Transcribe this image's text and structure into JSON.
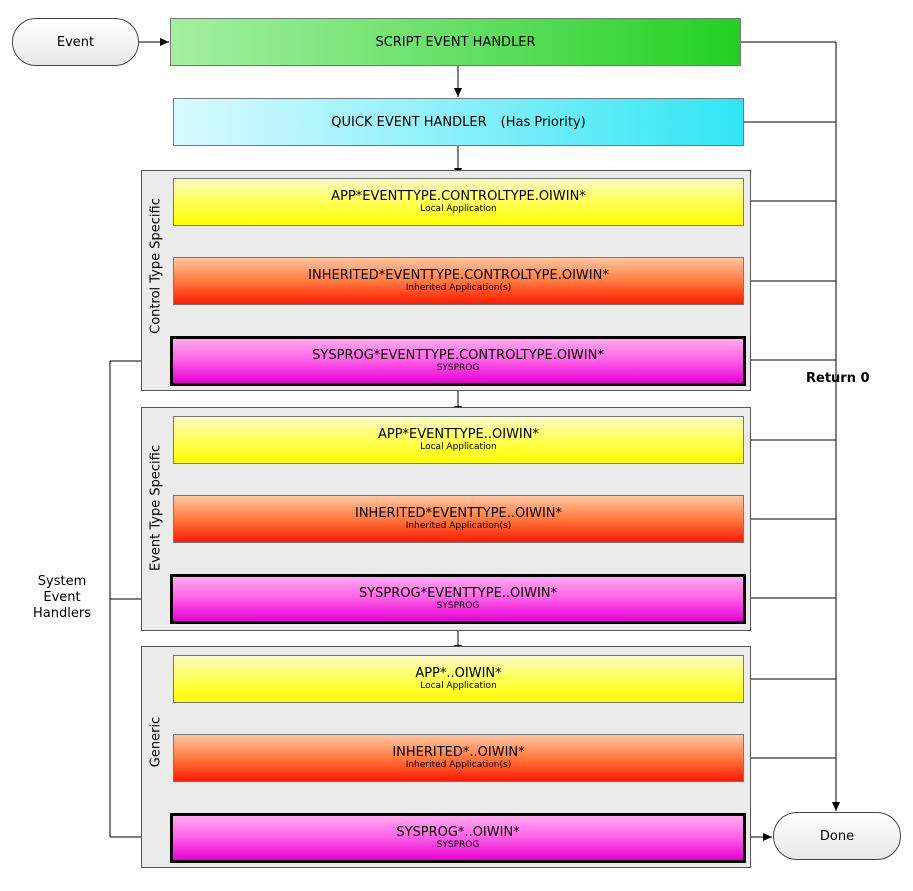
{
  "start": {
    "label": "Event"
  },
  "end": {
    "label": "Done"
  },
  "script_handler": {
    "label": "SCRIPT EVENT HANDLER"
  },
  "quick_handler": {
    "label": "QUICK EVENT HANDLER",
    "note": "(Has Priority)"
  },
  "groups": [
    {
      "label": "Control Type Specific",
      "handlers": [
        {
          "label": "APP*EVENTTYPE.CONTROLTYPE.OIWIN*",
          "sub": "Local Application",
          "kind": "app"
        },
        {
          "label": "INHERITED*EVENTTYPE.CONTROLTYPE.OIWIN*",
          "sub": "Inherited Application(s)",
          "kind": "inherited"
        },
        {
          "label": "SYSPROG*EVENTTYPE.CONTROLTYPE.OIWIN*",
          "sub": "SYSPROG",
          "kind": "sysprog"
        }
      ]
    },
    {
      "label": "Event Type Specific",
      "handlers": [
        {
          "label": "APP*EVENTTYPE..OIWIN*",
          "sub": "Local Application",
          "kind": "app"
        },
        {
          "label": "INHERITED*EVENTTYPE..OIWIN*",
          "sub": "Inherited Application(s)",
          "kind": "inherited"
        },
        {
          "label": "SYSPROG*EVENTTYPE..OIWIN*",
          "sub": "SYSPROG",
          "kind": "sysprog"
        }
      ]
    },
    {
      "label": "Generic",
      "handlers": [
        {
          "label": "APP*..OIWIN*",
          "sub": "Local Application",
          "kind": "app"
        },
        {
          "label": "INHERITED*..OIWIN*",
          "sub": "Inherited Application(s)",
          "kind": "inherited"
        },
        {
          "label": "SYSPROG*..OIWIN*",
          "sub": "SYSPROG",
          "kind": "sysprog"
        }
      ]
    }
  ],
  "return_label": "Return 0",
  "system_label": "System\nEvent\nHandlers",
  "colors": {
    "app": "#ffff00",
    "inherited": "#ff4a20",
    "sysprog": "#ff44ee",
    "script": "#44dd44",
    "quick": "#66eef8",
    "group_bg": "#ebebeb"
  }
}
